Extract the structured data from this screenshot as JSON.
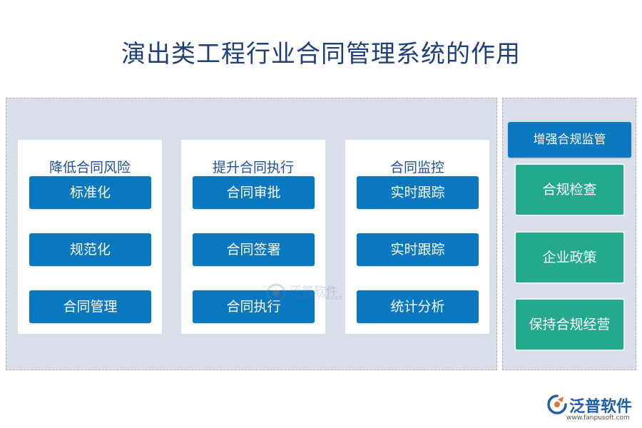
{
  "title": "演出类工程行业合同管理系统的作用",
  "columns": [
    {
      "heading": "降低合同风险",
      "items": [
        "标准化",
        "规范化",
        "合同管理"
      ]
    },
    {
      "heading": "提升合同执行",
      "items": [
        "合同审批",
        "合同签署",
        "合同执行"
      ]
    },
    {
      "heading": "合同监控",
      "items": [
        "实时跟踪",
        "实时跟踪",
        "统计分析"
      ]
    }
  ],
  "compliance": {
    "heading": "增强合规监管",
    "items": [
      "合规检查",
      "企业政策",
      "保持合规经营"
    ]
  },
  "watermark": {
    "text": "泛普软件",
    "sub": "FANPUSOFTWARE"
  },
  "logo": {
    "name": "泛普软件",
    "url": "www.fanpusoft.com"
  },
  "colors": {
    "title": "#1f3f7a",
    "heading": "#1f4fa0",
    "blue_button": "#0a78c0",
    "green_box": "#24a98f",
    "panel_bg": "#d9dee9"
  }
}
